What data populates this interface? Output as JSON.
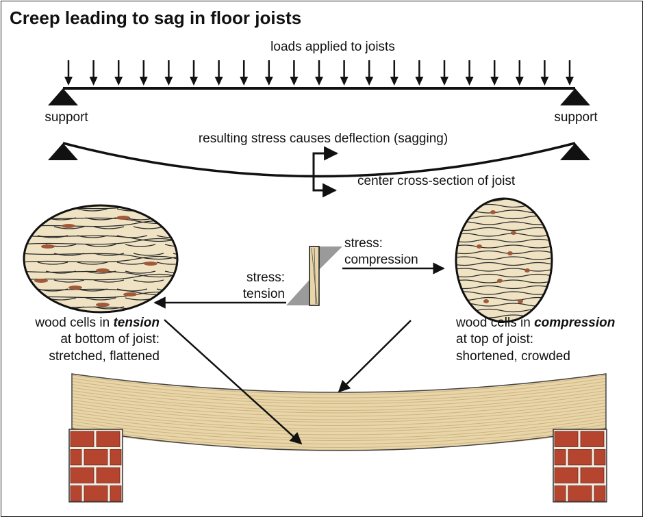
{
  "title": "Creep leading to sag in floor joists",
  "loads_label": "loads applied to joists",
  "support_left": "support",
  "support_right": "support",
  "deflection_label": "resulting stress causes deflection (sagging)",
  "cross_section_label": "center cross-section of joist",
  "compression_stress": {
    "line1": "stress:",
    "line2": "compression"
  },
  "tension_stress": {
    "line1": "stress:",
    "line2": "tension"
  },
  "tension_caption": {
    "prefix": "wood cells in ",
    "emphasis": "tension",
    "line2": "at bottom of joist:",
    "line3": "stretched, flattened"
  },
  "compression_caption": {
    "prefix": "wood cells in ",
    "emphasis": "compression",
    "line2": "at top of joist:",
    "line3": "shortened, crowded"
  },
  "colors": {
    "ink": "#111111",
    "wood": "#e8d5a8",
    "wood_grain": "#cdb383",
    "cell_fill": "#efe3c4",
    "cell_spot": "#a05a3a",
    "brick": "#b5452f",
    "mortar": "#f4ece0",
    "stress_gray": "#9a9a9a"
  }
}
